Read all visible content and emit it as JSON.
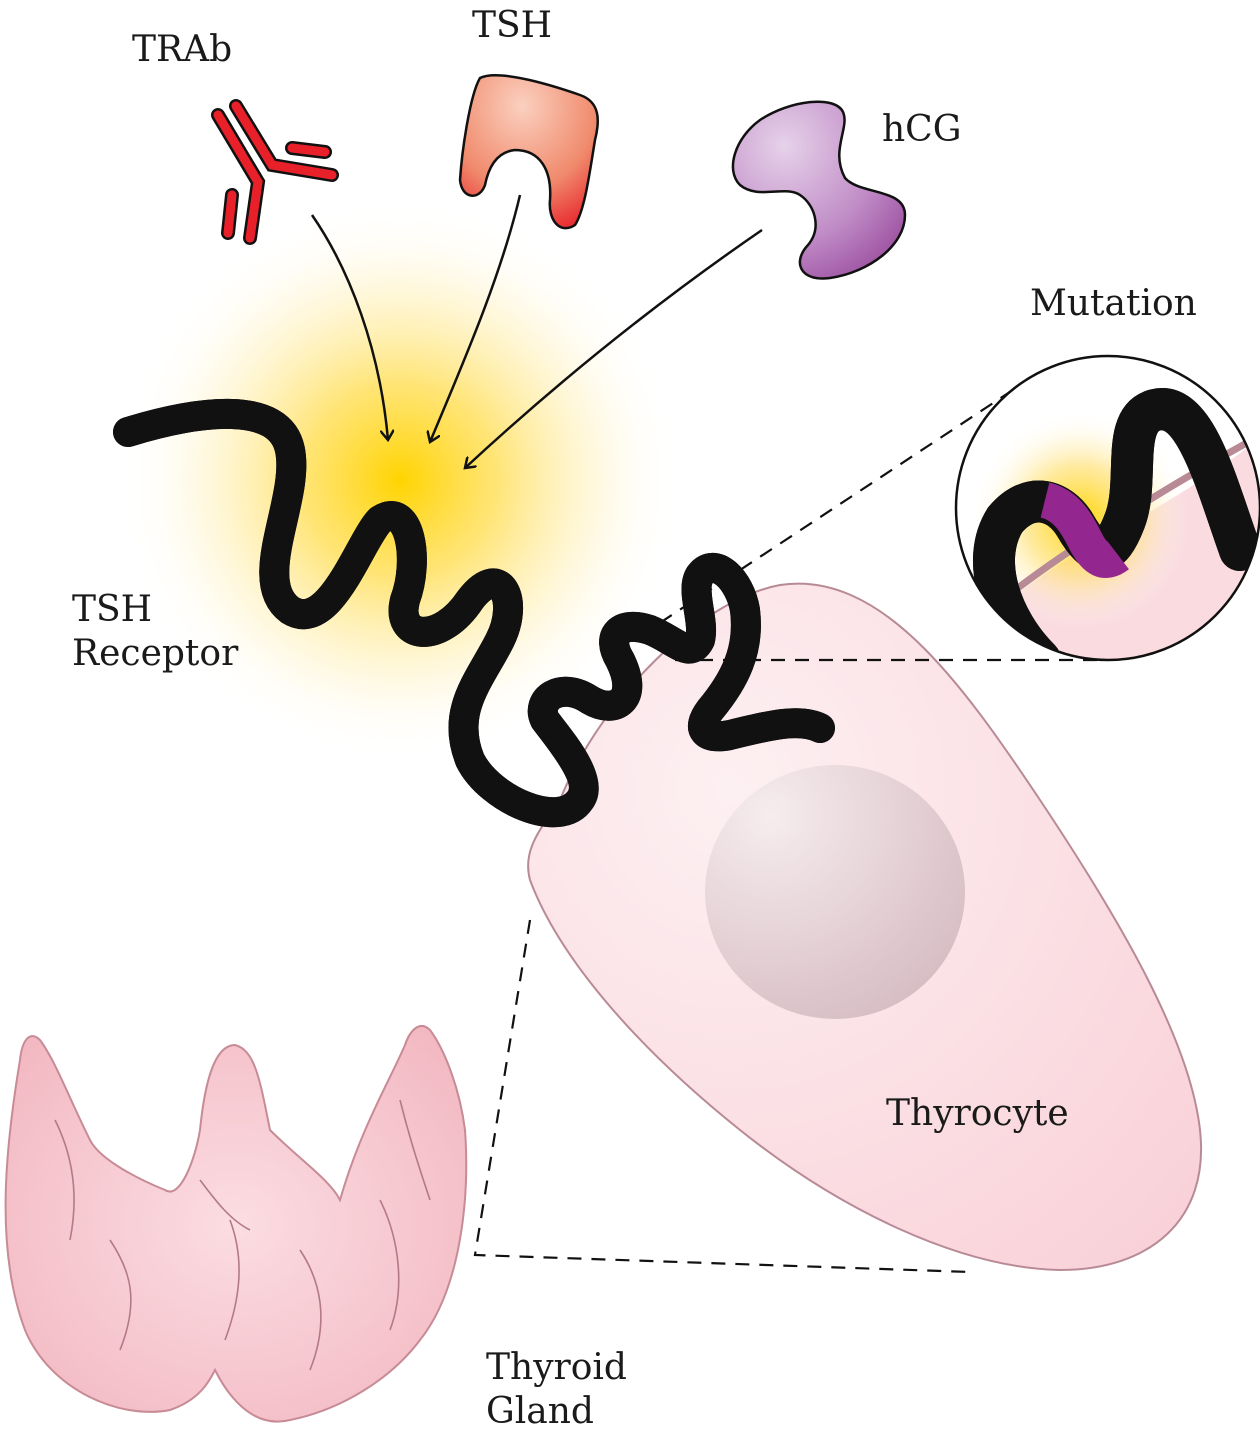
{
  "title": "TSH receptor activation in the thyrocyte",
  "labels": {
    "trab": "TRAb",
    "tsh": "TSH",
    "hcg": "hCG",
    "mutation": "Mutation",
    "tsh_receptor": "TSH\nReceptor",
    "thyrocyte": "Thyrocyte",
    "thyroid_gland": "Thyroid\nGland"
  },
  "ligands": [
    {
      "id": "trab",
      "name": "TRAb",
      "shape": "antibody",
      "color": "#e8202a"
    },
    {
      "id": "tsh",
      "name": "TSH",
      "shape": "u-block",
      "color": "#ec6a4e"
    },
    {
      "id": "hcg",
      "name": "hCG",
      "shape": "bone",
      "color": "#a45aa8"
    }
  ],
  "arrows": [
    {
      "from": "TRAb",
      "to": "TSH Receptor"
    },
    {
      "from": "TSH",
      "to": "TSH Receptor"
    },
    {
      "from": "hCG",
      "to": "TSH Receptor"
    }
  ],
  "colors": {
    "receptor": "#78bfe8",
    "mutation_segment": "#93278f",
    "activation_glow": "#ffd400",
    "cell": "#fadbe0",
    "cell_outline": "#b88a96",
    "nucleus": "#dcc3c8",
    "gland": "#f6c3cb",
    "gland_outline": "#c78b96"
  }
}
